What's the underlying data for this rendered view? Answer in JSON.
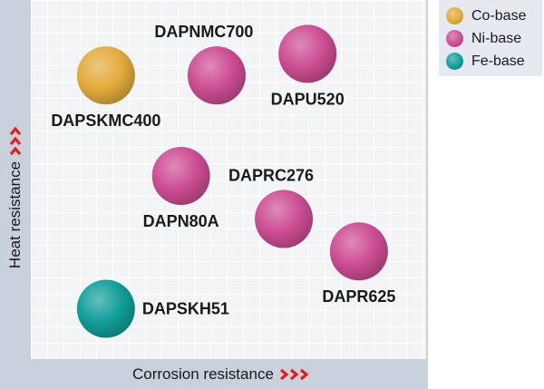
{
  "chart_data": {
    "type": "scatter",
    "title": "",
    "xlabel": "Corrosion resistance",
    "ylabel": "Heat resistance",
    "xlim": [
      0,
      10
    ],
    "ylim": [
      0,
      10
    ],
    "grid": true,
    "legend_position": "top-right",
    "axis_arrow_icon": "triple-chevron-icon",
    "axis_arrow_color": "#e02020",
    "categories": [
      {
        "name": "Co-base",
        "color": "#e3ab3a"
      },
      {
        "name": "Ni-base",
        "color": "#cc4d93"
      },
      {
        "name": "Fe-base",
        "color": "#119e9a"
      }
    ],
    "points": [
      {
        "label": "DAPSKMC400",
        "category": "Co-base",
        "x": 1.9,
        "y": 7.9,
        "label_pos": "below"
      },
      {
        "label": "DAPNMC700",
        "category": "Ni-base",
        "x": 4.7,
        "y": 7.9,
        "label_pos": "above"
      },
      {
        "label": "DAPU520",
        "category": "Ni-base",
        "x": 7.0,
        "y": 8.5,
        "label_pos": "below"
      },
      {
        "label": "DAPN80A",
        "category": "Ni-base",
        "x": 3.8,
        "y": 5.1,
        "label_pos": "below"
      },
      {
        "label": "DAPRC276",
        "category": "Ni-base",
        "x": 6.4,
        "y": 3.9,
        "label_pos": "above"
      },
      {
        "label": "DAPR625",
        "category": "Ni-base",
        "x": 8.3,
        "y": 3.0,
        "label_pos": "below"
      },
      {
        "label": "DAPSKH51",
        "category": "Fe-base",
        "x": 1.9,
        "y": 1.4,
        "label_pos": "right"
      }
    ]
  }
}
